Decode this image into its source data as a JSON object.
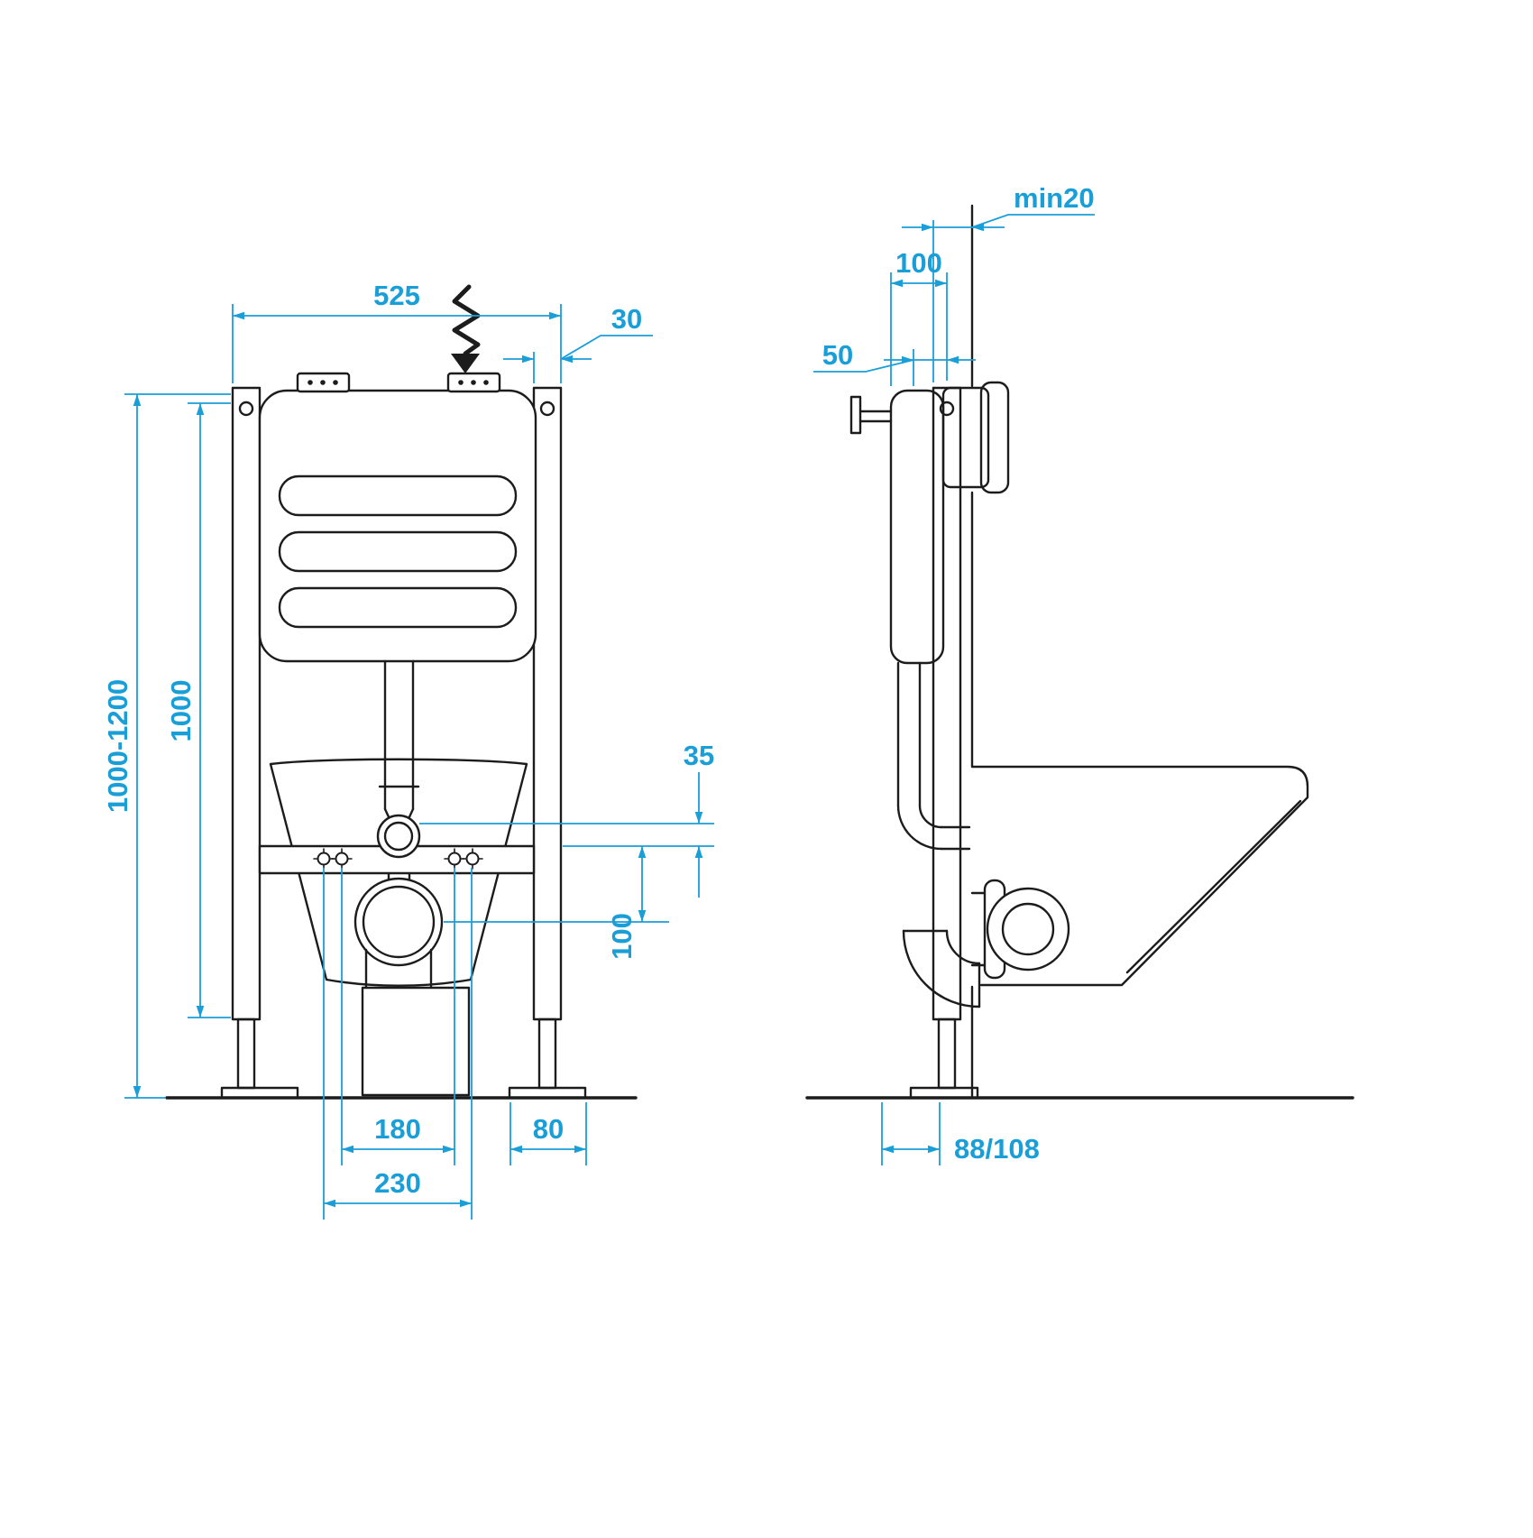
{
  "drawing": {
    "colors": {
      "outline": "#1c1c1c",
      "dimension": "#1a9ed8",
      "background": "#ffffff"
    },
    "front_view": {
      "dimensions": {
        "frame_width": "525",
        "profile_width": "30",
        "install_height_range": "1000-1200",
        "frame_height": "1000",
        "flush_pipe_offset": "35",
        "outlet_offset": "100",
        "fixing_centers_inner": "180",
        "fixing_centers_outer": "230",
        "foot_plate_width": "80"
      }
    },
    "side_view": {
      "dimensions": {
        "wall_clearance": "min20",
        "frame_depth": "100",
        "pipe_offset": "50",
        "outlet_depth_options": "88/108"
      }
    }
  }
}
